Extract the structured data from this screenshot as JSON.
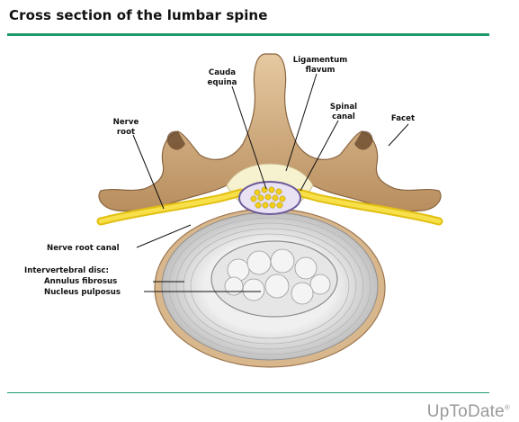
{
  "header": {
    "title": "Cross section of the lumbar spine"
  },
  "labels": {
    "cauda_equina": [
      "Cauda",
      "equina"
    ],
    "ligamentum_flavum": [
      "Ligamentum",
      "flavum"
    ],
    "spinal_canal": [
      "Spinal",
      "canal"
    ],
    "facet": "Facet",
    "nerve_root": [
      "Nerve",
      "root"
    ],
    "nerve_root_canal": "Nerve root canal",
    "intervertebral_disc": "Intervertebral disc:",
    "annulus_fibrosus": "Annulus fibrosus",
    "nucleus_pulposus": "Nucleus pulposus"
  },
  "footer": {
    "brand": "UpToDate",
    "registered_mark": "®"
  },
  "colors": {
    "accent_rule": "#1e9a6a",
    "bone": "#d8b58a",
    "bone_shadow": "#b3875a",
    "nerve": "#f2d21a",
    "disc": "#d7d7d7",
    "nucleus": "#e9e9e9"
  }
}
